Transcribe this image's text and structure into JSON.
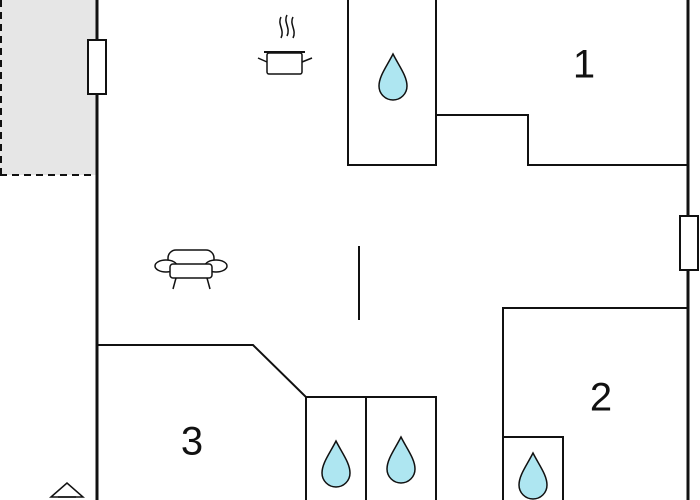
{
  "floor_plan": {
    "rooms": [
      {
        "label": "1"
      },
      {
        "label": "2"
      },
      {
        "label": "3"
      }
    ],
    "icons": {
      "kitchen": "cooking-pot-icon",
      "living": "sofa-icon",
      "bathroom": "water-drop-icon",
      "entrance": "entrance-arrow-icon"
    },
    "colors": {
      "wall": "#111111",
      "outdoor_area": "#e6e6e6",
      "water_drop": "#aee6f1"
    }
  }
}
